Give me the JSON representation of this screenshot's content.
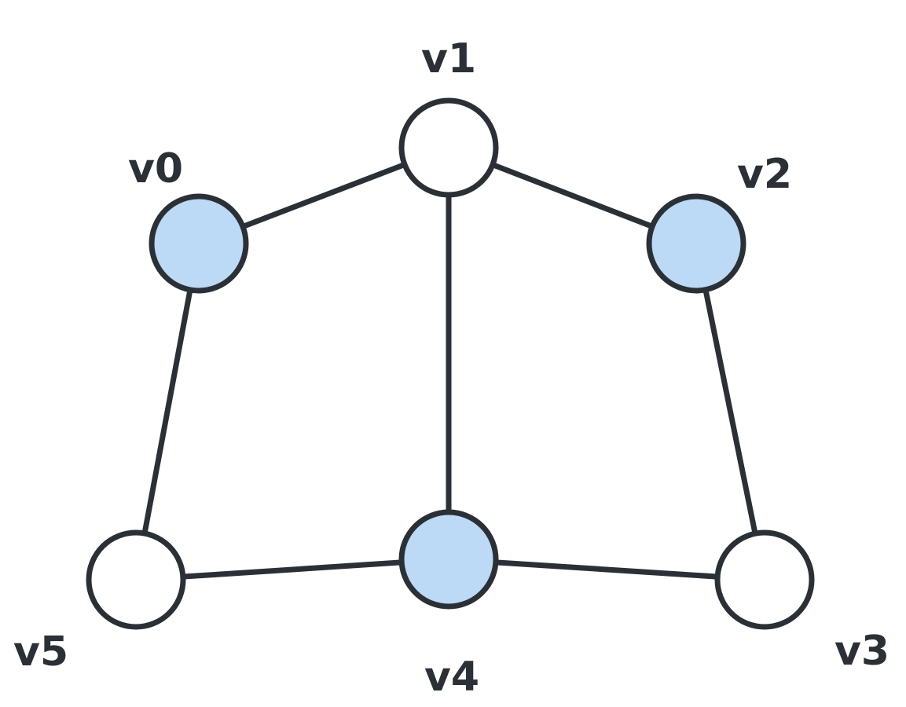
{
  "graph": {
    "colors": {
      "highlighted_fill": "#bcd9f5",
      "default_fill": "#ffffff",
      "stroke": "#2b3036"
    },
    "nodes": [
      {
        "id": "v0",
        "label": "v0",
        "highlighted": true
      },
      {
        "id": "v1",
        "label": "v1",
        "highlighted": false
      },
      {
        "id": "v2",
        "label": "v2",
        "highlighted": true
      },
      {
        "id": "v3",
        "label": "v3",
        "highlighted": false
      },
      {
        "id": "v4",
        "label": "v4",
        "highlighted": true
      },
      {
        "id": "v5",
        "label": "v5",
        "highlighted": false
      }
    ],
    "edges": [
      {
        "from": "v0",
        "to": "v1"
      },
      {
        "from": "v1",
        "to": "v2"
      },
      {
        "from": "v1",
        "to": "v4"
      },
      {
        "from": "v0",
        "to": "v5"
      },
      {
        "from": "v2",
        "to": "v3"
      },
      {
        "from": "v5",
        "to": "v4"
      },
      {
        "from": "v4",
        "to": "v3"
      }
    ]
  }
}
